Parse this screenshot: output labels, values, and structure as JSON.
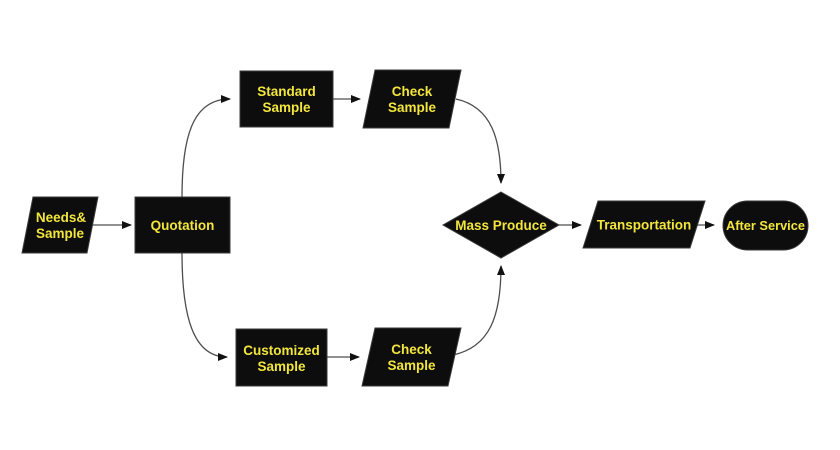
{
  "diagram": {
    "type": "flowchart",
    "colors": {
      "background": "#ffffff",
      "node_fill": "#0d0d0d",
      "node_text": "#f2e63c",
      "connector": "#4d4d4d",
      "arrowhead": "#111111"
    },
    "nodes": {
      "needs_sample": {
        "shape": "parallelogram",
        "line1": "Needs&",
        "line2": "Sample"
      },
      "quotation": {
        "shape": "process",
        "line1": "Quotation"
      },
      "standard_sample": {
        "shape": "process",
        "line1": "Standard",
        "line2": "Sample"
      },
      "check_sample_top": {
        "shape": "parallelogram",
        "line1": "Check",
        "line2": "Sample"
      },
      "customized_sample": {
        "shape": "process",
        "line1": "Customized",
        "line2": "Sample"
      },
      "check_sample_bottom": {
        "shape": "parallelogram",
        "line1": "Check",
        "line2": "Sample"
      },
      "mass_produce": {
        "shape": "decision",
        "line1": "Mass Produce"
      },
      "transportation": {
        "shape": "parallelogram",
        "line1": "Transportation"
      },
      "after_service": {
        "shape": "terminator",
        "line1": "After Service"
      }
    },
    "edges": [
      {
        "from": "needs_sample",
        "to": "quotation"
      },
      {
        "from": "quotation",
        "to": "standard_sample"
      },
      {
        "from": "standard_sample",
        "to": "check_sample_top"
      },
      {
        "from": "check_sample_top",
        "to": "mass_produce"
      },
      {
        "from": "quotation",
        "to": "customized_sample"
      },
      {
        "from": "customized_sample",
        "to": "check_sample_bottom"
      },
      {
        "from": "check_sample_bottom",
        "to": "mass_produce"
      },
      {
        "from": "mass_produce",
        "to": "transportation"
      },
      {
        "from": "transportation",
        "to": "after_service"
      }
    ]
  }
}
